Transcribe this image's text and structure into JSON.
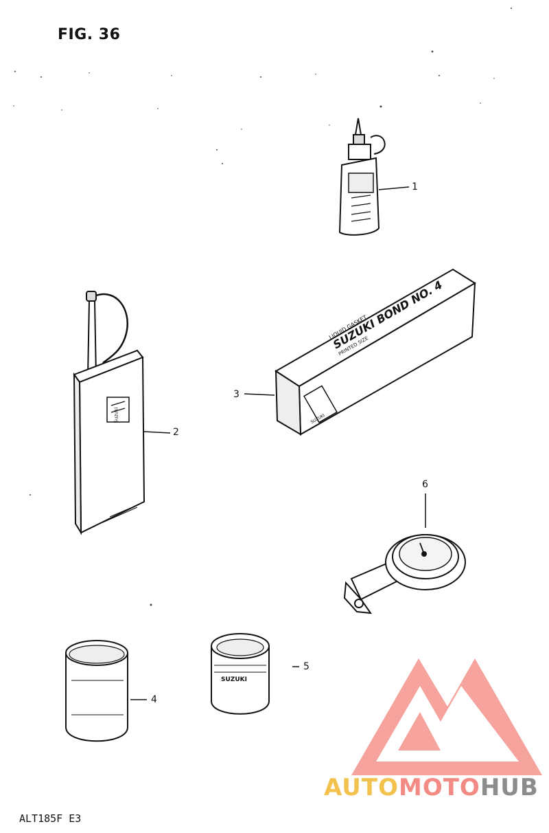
{
  "figure": {
    "title": "FIG. 36",
    "code": "ALT185F E3"
  },
  "callouts": [
    {
      "id": "1",
      "label": "1"
    },
    {
      "id": "2",
      "label": "2"
    },
    {
      "id": "3",
      "label": "3"
    },
    {
      "id": "4",
      "label": "4"
    },
    {
      "id": "5",
      "label": "5"
    },
    {
      "id": "6",
      "label": "6"
    }
  ],
  "parts": {
    "bond_box": {
      "line1": "LIQUID GASKET",
      "line2": "SUZUKI BOND NO. 4",
      "line3": "PRINTED SIZE",
      "brand_tag": "SUZUKI"
    },
    "tin_can": {
      "label": "Suzuki"
    },
    "paint_can": {
      "label": "SUZUKI"
    }
  },
  "watermark": {
    "part1": "AUTO",
    "part2": "MOTO",
    "part3": "HUB",
    "colors": [
      "#f2c14e",
      "#f48a84",
      "#8c8c8c"
    ]
  }
}
